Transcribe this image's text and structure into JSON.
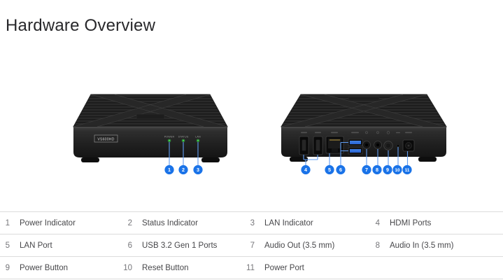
{
  "page": {
    "title": "Hardware Overview"
  },
  "colors": {
    "accent_blue": "#1a73e8",
    "callout_line_blue": "#5f9cf1",
    "led_green": "#3fd24d",
    "table_border": "#dcdcdc"
  },
  "front_view": {
    "model_label": "VS600HD",
    "led_labels": [
      "POWER",
      "STATUS",
      "LAN"
    ],
    "callouts": [
      "1",
      "2",
      "3"
    ]
  },
  "rear_view": {
    "callouts": [
      "4",
      "5",
      "6",
      "7",
      "8",
      "9",
      "10",
      "11"
    ]
  },
  "legend": {
    "items": [
      {
        "num": "1",
        "label": "Power Indicator"
      },
      {
        "num": "2",
        "label": "Status Indicator"
      },
      {
        "num": "3",
        "label": "LAN Indicator"
      },
      {
        "num": "4",
        "label": "HDMI Ports"
      },
      {
        "num": "5",
        "label": "LAN Port"
      },
      {
        "num": "6",
        "label": "USB 3.2 Gen 1 Ports"
      },
      {
        "num": "7",
        "label": "Audio Out (3.5 mm)"
      },
      {
        "num": "8",
        "label": "Audio In (3.5 mm)"
      },
      {
        "num": "9",
        "label": "Power Button"
      },
      {
        "num": "10",
        "label": "Reset Button"
      },
      {
        "num": "11",
        "label": "Power Port"
      }
    ]
  }
}
